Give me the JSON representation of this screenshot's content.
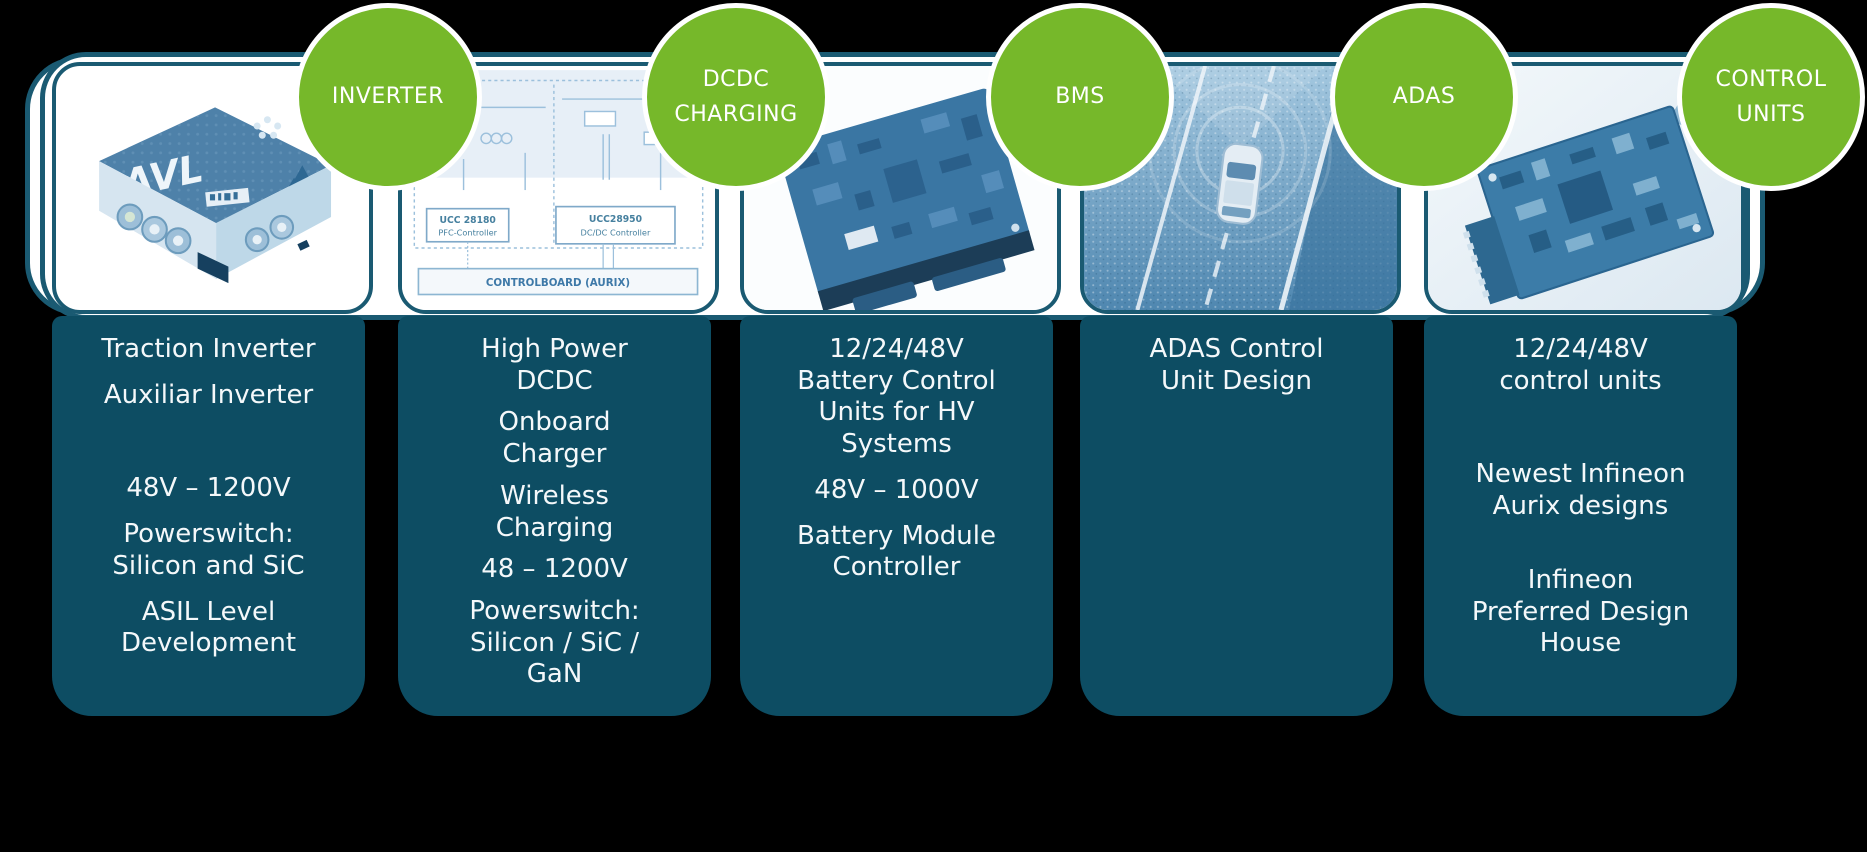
{
  "slide": {
    "background_color": "#000000",
    "accent_green": "#76b82a",
    "box_teal": "#0d4d63",
    "border_teal": "#1a5a72",
    "text_color": "#ffffff"
  },
  "columns": [
    {
      "badge": "INVERTER",
      "image": "avl-traction-inverter-photo",
      "image_labels": {
        "logo": "AVL"
      },
      "bullets": [
        "Traction Inverter",
        "Auxiliar Inverter",
        "48V – 1200V",
        "Powerswitch:\nSilicon and SiC",
        "ASIL Level\nDevelopment"
      ]
    },
    {
      "badge": "DCDC\nCHARGING",
      "image": "dcdc-charger-schematic",
      "image_labels": {
        "pfc_title": "UCC 28180",
        "pfc_sub": "PFC-Controller",
        "dcdc_title": "UCC28950",
        "dcdc_sub": "DC/DC Controller",
        "board": "CONTROLBOARD (AURIX)"
      },
      "bullets": [
        "High Power\nDCDC",
        "Onboard\nCharger",
        "Wireless\nCharging",
        "48 – 1200V",
        "Powerswitch:\nSilicon / SiC /\nGaN"
      ]
    },
    {
      "badge": "BMS",
      "image": "bms-control-board-photo",
      "bullets": [
        "12/24/48V\nBattery Control\nUnits for HV\nSystems",
        "48V – 1000V",
        "Battery Module\nController"
      ]
    },
    {
      "badge": "ADAS",
      "image": "adas-road-sensing-photo",
      "bullets": [
        "ADAS Control\nUnit Design"
      ]
    },
    {
      "badge": "CONTROL\nUNITS",
      "image": "control-unit-board-photo",
      "bullets": [
        "12/24/48V\ncontrol units",
        "Newest Infineon\nAurix designs",
        "Infineon\nPreferred Design\nHouse"
      ]
    }
  ]
}
